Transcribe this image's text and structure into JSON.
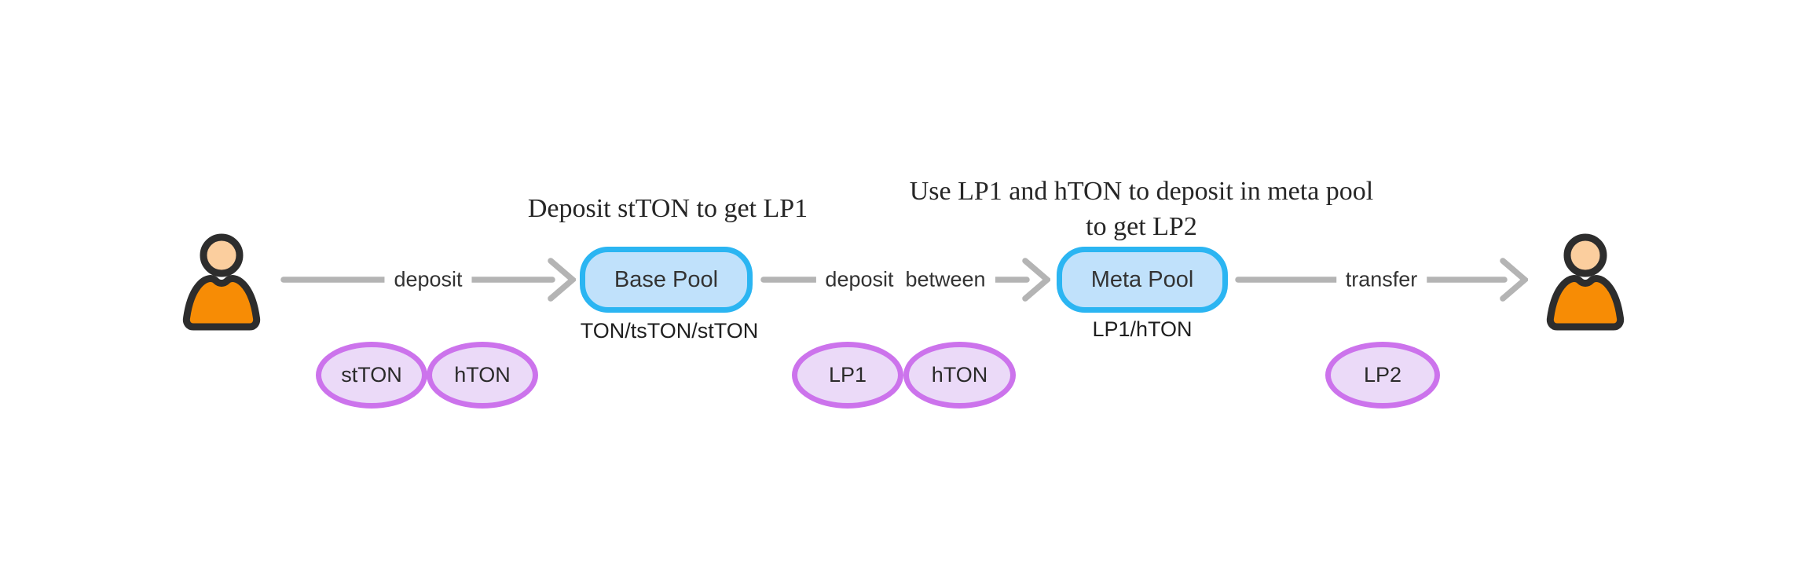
{
  "canvas": {
    "background": "#ffffff"
  },
  "colors": {
    "pool_border": "#2bb5f2",
    "pool_fill": "#c0e1fb",
    "token_border": "#cc73ec",
    "token_fill": "#ebdaf8",
    "arrow": "#b4b4b4",
    "person_outline": "#2d2d2d",
    "person_body": "#f78c05",
    "person_skin": "#fbce9e",
    "text": "#333333",
    "title_text": "#262626"
  },
  "annotations": {
    "base_pool_note": "Deposit stTON to get LP1",
    "meta_pool_note_line1": "Use LP1 and hTON to deposit in meta pool",
    "meta_pool_note_line2": "to get LP2"
  },
  "pools": {
    "base": {
      "label": "Base Pool",
      "composition": "TON/tsTON/stTON"
    },
    "meta": {
      "label": "Meta Pool",
      "composition": "LP1/hTON"
    }
  },
  "arrows": [
    {
      "label": "deposit"
    },
    {
      "label": "deposit  between"
    },
    {
      "label": "transfer"
    }
  ],
  "tokens": {
    "deposit_group": [
      {
        "label": "stTON"
      },
      {
        "label": "hTON"
      }
    ],
    "meta_group": [
      {
        "label": "LP1"
      },
      {
        "label": "hTON"
      }
    ],
    "output_group": [
      {
        "label": "LP2"
      }
    ]
  },
  "icons": {
    "left_actor": "person-icon",
    "right_actor": "person-icon"
  }
}
